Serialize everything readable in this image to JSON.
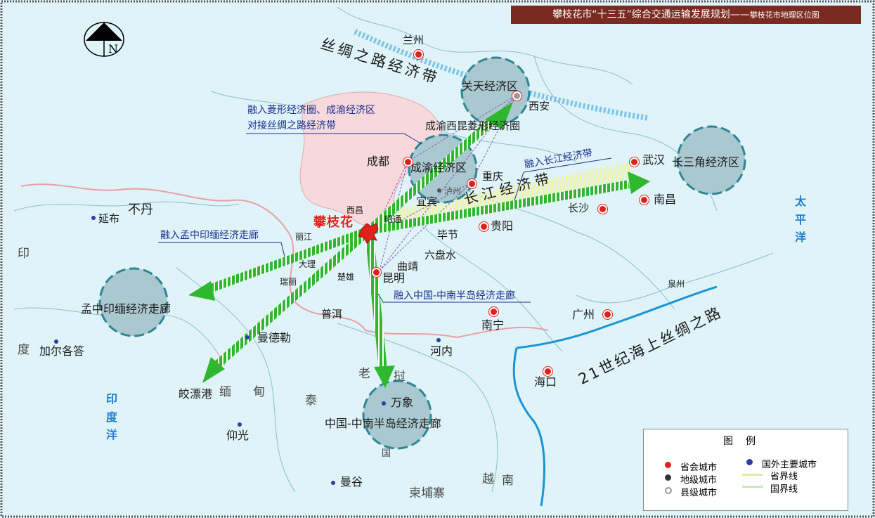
{
  "title": {
    "main": "攀枝花市“十三五”综合交通运输发展规划——",
    "sub": "攀枝花市地理区位图"
  },
  "north_label": "N",
  "central_city": "攀枝花",
  "economic_zones": [
    {
      "id": "guantian",
      "name": "关天经济区"
    },
    {
      "id": "chengyu",
      "name": "成渝经济区"
    },
    {
      "id": "changsanjiao",
      "name": "长三角经济区"
    },
    {
      "id": "mengzhongyinmian",
      "name": "孟中印缅经济走廊"
    },
    {
      "id": "zhongnan",
      "name": "中国-中南半岛经济走廊"
    }
  ],
  "belts": {
    "silk_road_belt": "丝绸之路经济带",
    "yangtze_belt": "长江经济带",
    "maritime_silk_road": "21世纪海上丝绸之路",
    "chengyu_xikun": "成渝西昆菱形经济圈"
  },
  "callouts": [
    {
      "id": "c1",
      "line1": "融入菱形经济圈、成渝经济区",
      "line2": "对接丝绸之路经济带"
    },
    {
      "id": "c2",
      "line1": "融入长江经济带"
    },
    {
      "id": "c3",
      "line1": "融入孟中印缅经济走廊"
    },
    {
      "id": "c4",
      "line1": "融入中国-中南半岛经济走廊"
    }
  ],
  "provincial_capitals": [
    "兰州",
    "西安",
    "成都",
    "重庆",
    "武汉",
    "南昌",
    "长沙",
    "贵阳",
    "昆明",
    "南宁",
    "广州",
    "海口"
  ],
  "prefecture_cities": [
    "泸州",
    "宜宾",
    "西昌",
    "昭通",
    "毕节",
    "六盘水",
    "曲靖",
    "丽江"
  ],
  "county_cities": [
    "大理",
    "楚雄",
    "瑞丽"
  ],
  "foreign_cities": [
    "延布",
    "曼德勒",
    "河内",
    "万象",
    "仰光",
    "曼谷",
    "加尔各答",
    "皎漂港",
    "泉州",
    "普洱"
  ],
  "countries": {
    "bhutan": "不丹",
    "india": [
      "印",
      "度"
    ],
    "myanmar": [
      "缅",
      "甸"
    ],
    "thailand": "泰",
    "laos": [
      "老",
      "挝"
    ],
    "cambodia": "柬埔寨",
    "vietnam": [
      "越",
      "南"
    ],
    "guo": "国"
  },
  "oceans": {
    "pacific": "太平洋",
    "indian": "印度洋"
  },
  "legend": {
    "title": "图例",
    "items": [
      {
        "label": "省会城市",
        "color": "#e0201a"
      },
      {
        "label": "地级城市",
        "color": "#333333"
      },
      {
        "label": "县级城市",
        "color": "#9a9a9a"
      },
      {
        "label": "国外主要城市",
        "color": "#2a3f9f"
      },
      {
        "label": "省界线",
        "color": "#e4e9a8"
      },
      {
        "label": "国界线",
        "color": "#c8e8b8"
      }
    ]
  },
  "colors": {
    "sea": "#dff3f8",
    "sichuan": "#f7d9dc",
    "arrow_green": "#2fb82f",
    "zone_fill": "#a9c8cf",
    "silk_blue": "#7cc3e8",
    "title_bg": "#7b2a21",
    "callout_blue": "#1b2f8f",
    "maritime_blue": "#1796d6"
  }
}
